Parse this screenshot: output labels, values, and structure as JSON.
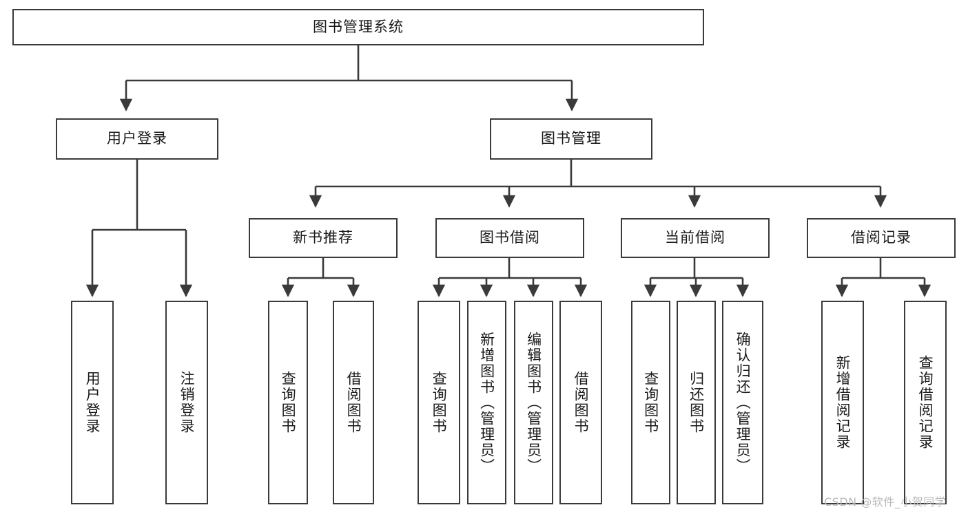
{
  "diagram": {
    "title": "图书管理系统",
    "type": "hierarchy-tree",
    "watermark": "CSDN @软件_小贺同学",
    "root": {
      "label": "图书管理系统"
    },
    "level2": [
      {
        "label": "用户登录"
      },
      {
        "label": "图书管理"
      }
    ],
    "level3": [
      {
        "label": "新书推荐"
      },
      {
        "label": "图书借阅"
      },
      {
        "label": "当前借阅"
      },
      {
        "label": "借阅记录"
      }
    ],
    "leaves": {
      "user_login": [
        {
          "label": "用户登录"
        },
        {
          "label": "注销登录"
        }
      ],
      "new_book_recommend": [
        {
          "label": "查询图书"
        },
        {
          "label": "借阅图书"
        }
      ],
      "book_borrow": [
        {
          "label": "查询图书"
        },
        {
          "label": "新增图书（管理员）"
        },
        {
          "label": "编辑图书（管理员）"
        },
        {
          "label": "借阅图书"
        }
      ],
      "current_borrow": [
        {
          "label": "查询图书"
        },
        {
          "label": "归还图书"
        },
        {
          "label": "确认归还（管理员）"
        }
      ],
      "borrow_record": [
        {
          "label": "新增借阅记录"
        },
        {
          "label": "查询借阅记录"
        }
      ]
    }
  }
}
